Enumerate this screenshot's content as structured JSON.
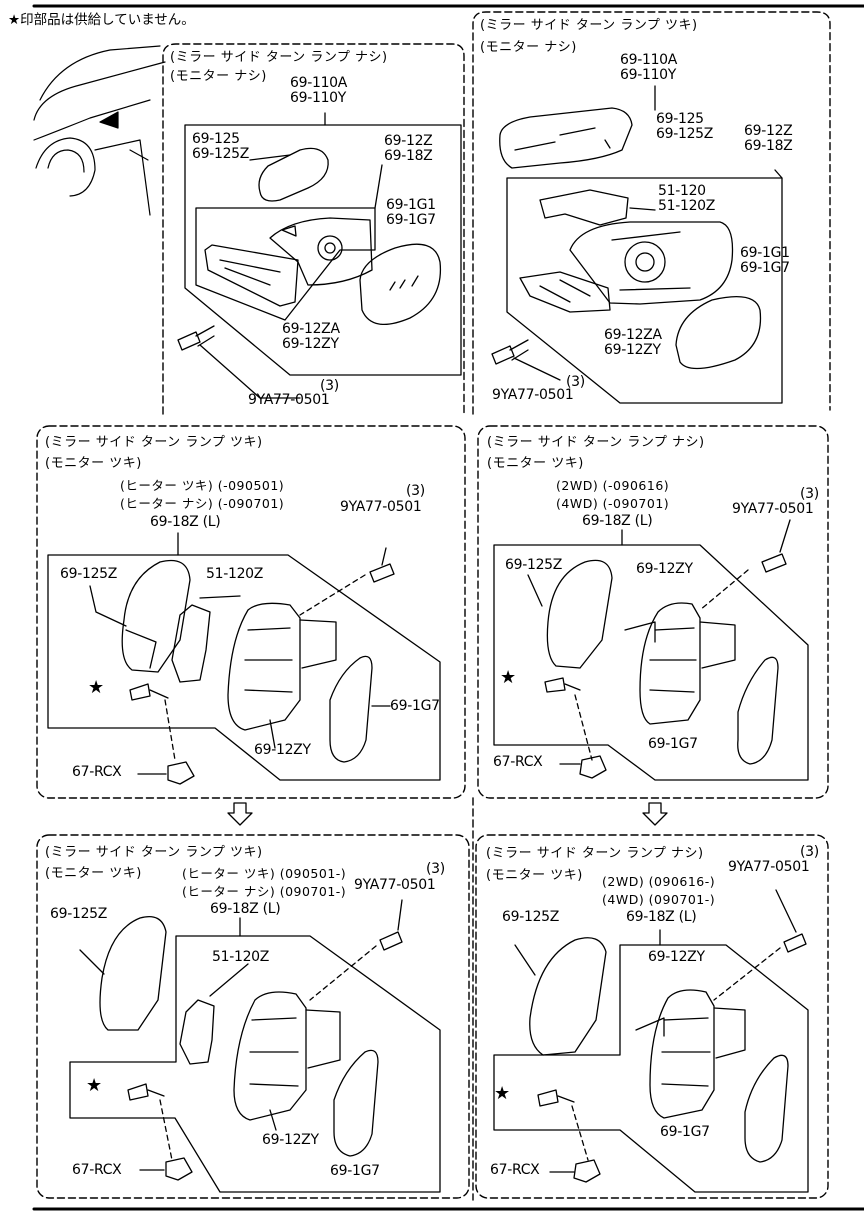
{
  "note": "★印部品は供給していません。",
  "star": "★",
  "arrow_glyph": "⇩",
  "section1": {
    "cond1": "(ミラー サイド ターン ランプ ナシ)",
    "cond2": "(モニター ナシ)",
    "labels": {
      "p110": "69-110A\n69-110Y",
      "p125": "69-125\n69-125Z",
      "p12z": "69-12Z\n69-18Z",
      "p1g": "69-1G1\n69-1G7",
      "p12za": "69-12ZA\n69-12ZY",
      "bolt": "9YA77-0501",
      "qty": "(3)"
    }
  },
  "section2": {
    "cond1": "(ミラー サイド ターン ランプ ツキ)",
    "cond2": "(モニター ナシ)",
    "labels": {
      "p110": "69-110A\n69-110Y",
      "p125": "69-125\n69-125Z",
      "p12z": "69-12Z\n69-18Z",
      "p51": "51-120\n51-120Z",
      "p1g": "69-1G1\n69-1G7",
      "p12za": "69-12ZA\n69-12ZY",
      "bolt": "9YA77-0501",
      "qty": "(3)"
    }
  },
  "section3": {
    "cond1": "(ミラー サイド ターン ランプ ツキ)",
    "cond2": "(モニター ツキ)",
    "spec1": "(ヒーター ツキ) (-090501)",
    "spec2": "(ヒーター ナシ) (-090701)",
    "labels": {
      "p18z": "69-18Z (L)",
      "qty": "(3)",
      "bolt": "9YA77-0501",
      "p125z": "69-125Z",
      "p51": "51-120Z",
      "p1g7": "69-1G7",
      "p12zy": "69-12ZY",
      "rcx": "67-RCX"
    }
  },
  "section4": {
    "cond1": "(ミラー サイド ターン ランプ ナシ)",
    "cond2": "(モニター ツキ)",
    "spec1": "(2WD) (-090616)",
    "spec2": "(4WD) (-090701)",
    "labels": {
      "p18z": "69-18Z (L)",
      "qty": "(3)",
      "bolt": "9YA77-0501",
      "p125z": "69-125Z",
      "p12zy": "69-12ZY",
      "p1g7": "69-1G7",
      "rcx": "67-RCX"
    }
  },
  "section5": {
    "cond1": "(ミラー サイド ターン ランプ ツキ)",
    "cond2": "(モニター ツキ)",
    "spec1": "(ヒーター ツキ) (090501-)",
    "spec2": "(ヒーター ナシ) (090701-)",
    "labels": {
      "qty": "(3)",
      "bolt": "9YA77-0501",
      "p18z": "69-18Z (L)",
      "p125z": "69-125Z",
      "p51": "51-120Z",
      "p12zy": "69-12ZY",
      "p1g7": "69-1G7",
      "rcx": "67-RCX"
    }
  },
  "section6": {
    "cond1": "(ミラー サイド ターン ランプ ナシ)",
    "cond2": "(モニター ツキ)",
    "spec1": "(2WD) (090616-)",
    "spec2": "(4WD) (090701-)",
    "labels": {
      "qty": "(3)",
      "bolt": "9YA77-0501",
      "p18z": "69-18Z (L)",
      "p125z": "69-125Z",
      "p12zy": "69-12ZY",
      "p1g7": "69-1G7",
      "rcx": "67-RCX"
    }
  }
}
